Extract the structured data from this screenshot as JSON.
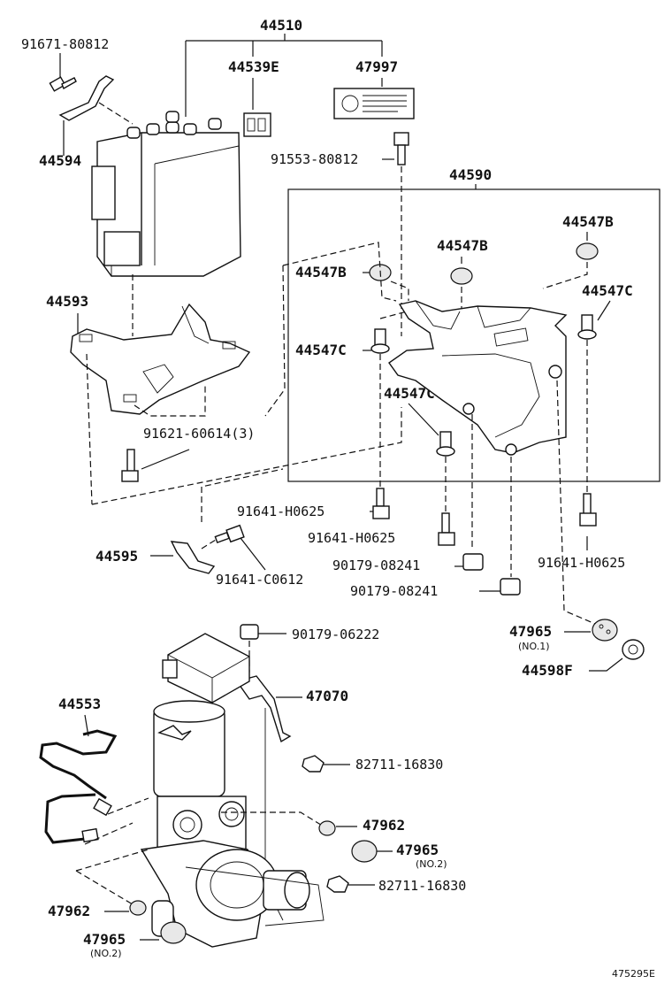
{
  "labels": {
    "assy_44510": "44510",
    "bolt_91671": "91671-80812",
    "part_44539E": "44539E",
    "label_47997": "47997",
    "bracket_44594": "44594",
    "bolt_91553": "91553-80812",
    "bracket_44590": "44590",
    "cushion_44547B_top": "44547B",
    "cushion_44547B_mid": "44547B",
    "cushion_44547B_left": "44547B",
    "bracket_44593": "44593",
    "collar_44547C_right": "44547C",
    "collar_44547C_left": "44547C",
    "collar_44547C_center": "44547C",
    "bolt_91621": "91621-60614(3)",
    "bolt_91641_H0625_a": "91641-H0625",
    "bolt_91641_H0625_b": "91641-H0625",
    "bolt_91641_H0625_c": "91641-H0625",
    "bracket_44595": "44595",
    "bolt_91641_C0612": "91641-C0612",
    "nut_90179_a": "90179-08241",
    "nut_90179_b": "90179-08241",
    "cushion_47965_no1": "47965",
    "note_no1": "(NO.1)",
    "sleeve_44598F": "44598F",
    "nut_90179_06222": "90179-06222",
    "tube_44553": "44553",
    "bracket_47070": "47070",
    "clip_82711_a": "82711-16830",
    "cushion_47962_right": "47962",
    "cushion_47965_no2_right": "47965",
    "note_no2_right": "(NO.2)",
    "clip_82711_b": "82711-16830",
    "cushion_47962_left": "47962",
    "cushion_47965_no2_left": "47965",
    "note_no2_left": "(NO.2)",
    "drawing_number": "475295E"
  }
}
